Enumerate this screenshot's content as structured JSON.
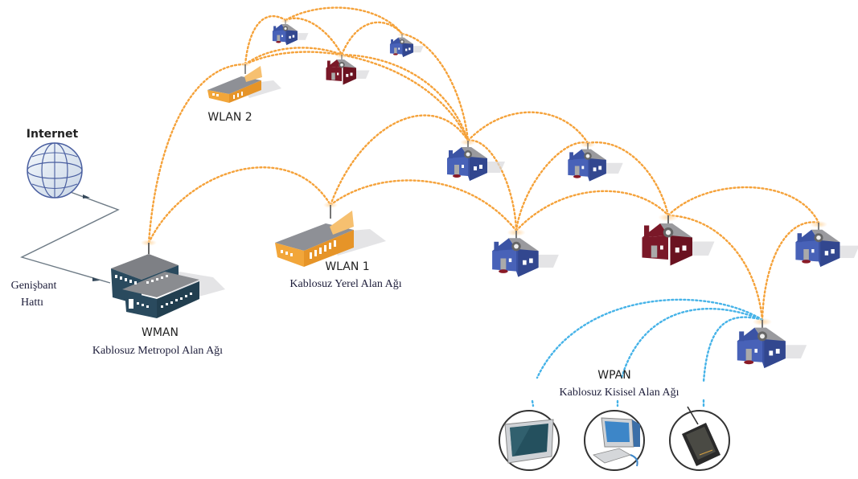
{
  "diagram": {
    "title": "Wireless network types",
    "labels": {
      "internet": "Internet",
      "broadband_line1": "Genişbant",
      "broadband_line2": "Hattı",
      "wman": "WMAN",
      "wman_desc": "Kablosuz Metropol Alan Ağı",
      "wlan1": "WLAN 1",
      "wlan1_desc": "Kablosuz Yerel Alan Ağı",
      "wlan2": "WLAN 2",
      "wpan": "WPAN",
      "wpan_desc": "Kablosuz Kisisel Alan Ağı"
    },
    "nodes": [
      {
        "id": "internet",
        "type": "globe"
      },
      {
        "id": "wman",
        "type": "office-building"
      },
      {
        "id": "wlan1",
        "type": "warehouse"
      },
      {
        "id": "wlan2",
        "type": "warehouse"
      },
      {
        "id": "house-top-1",
        "type": "house",
        "color": "blue"
      },
      {
        "id": "house-top-2",
        "type": "house",
        "color": "blue"
      },
      {
        "id": "house-top-red",
        "type": "house",
        "color": "red"
      },
      {
        "id": "house-mid-1",
        "type": "house",
        "color": "blue"
      },
      {
        "id": "house-mid-2",
        "type": "house",
        "color": "blue"
      },
      {
        "id": "house-low-1",
        "type": "house",
        "color": "blue"
      },
      {
        "id": "house-low-red",
        "type": "house",
        "color": "red"
      },
      {
        "id": "house-right",
        "type": "house",
        "color": "blue"
      },
      {
        "id": "house-wpan-hub",
        "type": "house",
        "color": "blue"
      },
      {
        "id": "device-monitor",
        "type": "monitor"
      },
      {
        "id": "device-desktop",
        "type": "desktop-computer"
      },
      {
        "id": "device-pda",
        "type": "pda"
      }
    ],
    "colors": {
      "wireless_link": "#f5a23a",
      "personal_link": "#46b3e8",
      "house_blue": "#3b53a4",
      "house_red": "#7a1828",
      "building": "#2a4a5e",
      "warehouse": "#f2a63a"
    }
  }
}
